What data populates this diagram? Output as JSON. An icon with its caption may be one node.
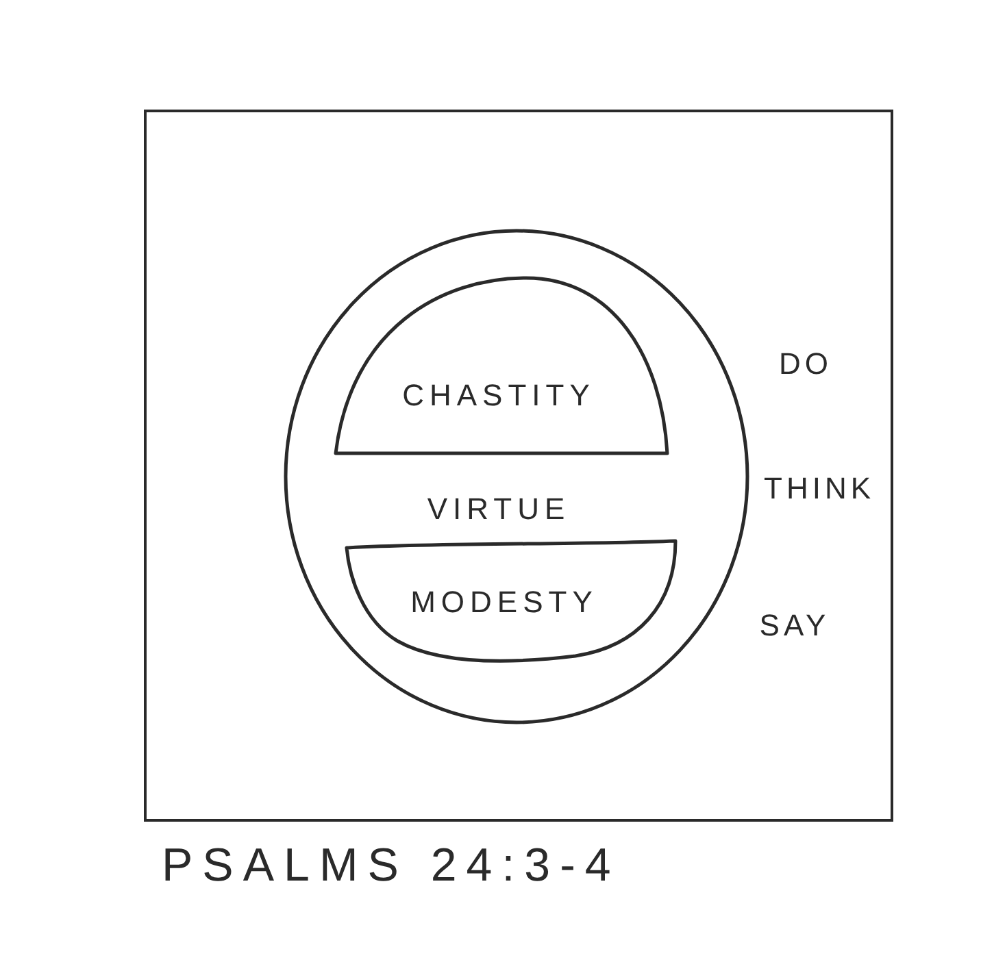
{
  "diagram": {
    "caption": "PSALMS 24:3-4",
    "nodes": [
      {
        "text": [],
        "shape": "box"
      },
      {
        "text": [
          "VIRTUE"
        ],
        "in": 0
      },
      {
        "text": [
          "CHASTITY"
        ],
        "in": 1
      },
      {
        "text": [
          "MODESTY"
        ],
        "in": 1
      }
    ],
    "labels": [
      "DO",
      "THINK",
      "SAY"
    ]
  }
}
